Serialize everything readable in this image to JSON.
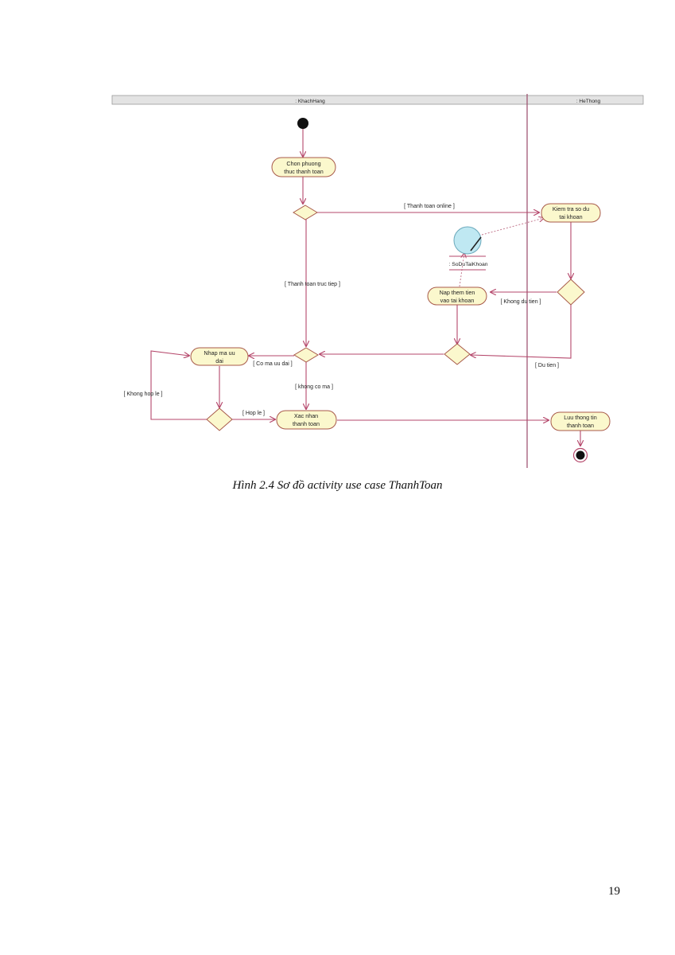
{
  "lanes": {
    "left": ": KhachHang",
    "right": ": HeThong"
  },
  "activities": {
    "chon_phuong_thuc": [
      "Chon phuong",
      "thuc thanh toan"
    ],
    "kiem_tra_so_du": [
      "Kiem tra so du",
      "tai khoan"
    ],
    "nap_them_tien": [
      "Nap them tien",
      "vao tai khoan"
    ],
    "nhap_ma_uu_dai": [
      "Nhap ma uu",
      "dai"
    ],
    "xac_nhan_thanh_toan": [
      "Xac nhan",
      "thanh toan"
    ],
    "luu_thong_tin": [
      "Luu thong tin",
      "thanh toan"
    ]
  },
  "object_node": ": SoDuTaiKhoan",
  "guards": {
    "thanh_toan_online": "[ Thanh toan online ]",
    "thanh_toan_truc_tiep": "[ Thanh toan truc tiep ]",
    "khong_du_tien": "[ Khong du tien ]",
    "co_ma_uu_dai": "[ Co ma uu dai ]",
    "du_tien": "[ Du tien ]",
    "khong_co_ma": "[ khong co ma ]",
    "khong_hop_le": "[ Khong hop le ]",
    "hop_le": "[ Hop le ]"
  },
  "caption": "Hình 2.4 Sơ đồ activity use case ThanhToan",
  "page_number": "19",
  "colors": {
    "activity_fill": "#fbf8cd",
    "activity_stroke": "#a85a4a",
    "flow": "#b5476b",
    "object_fill": "#bfe8f2"
  }
}
